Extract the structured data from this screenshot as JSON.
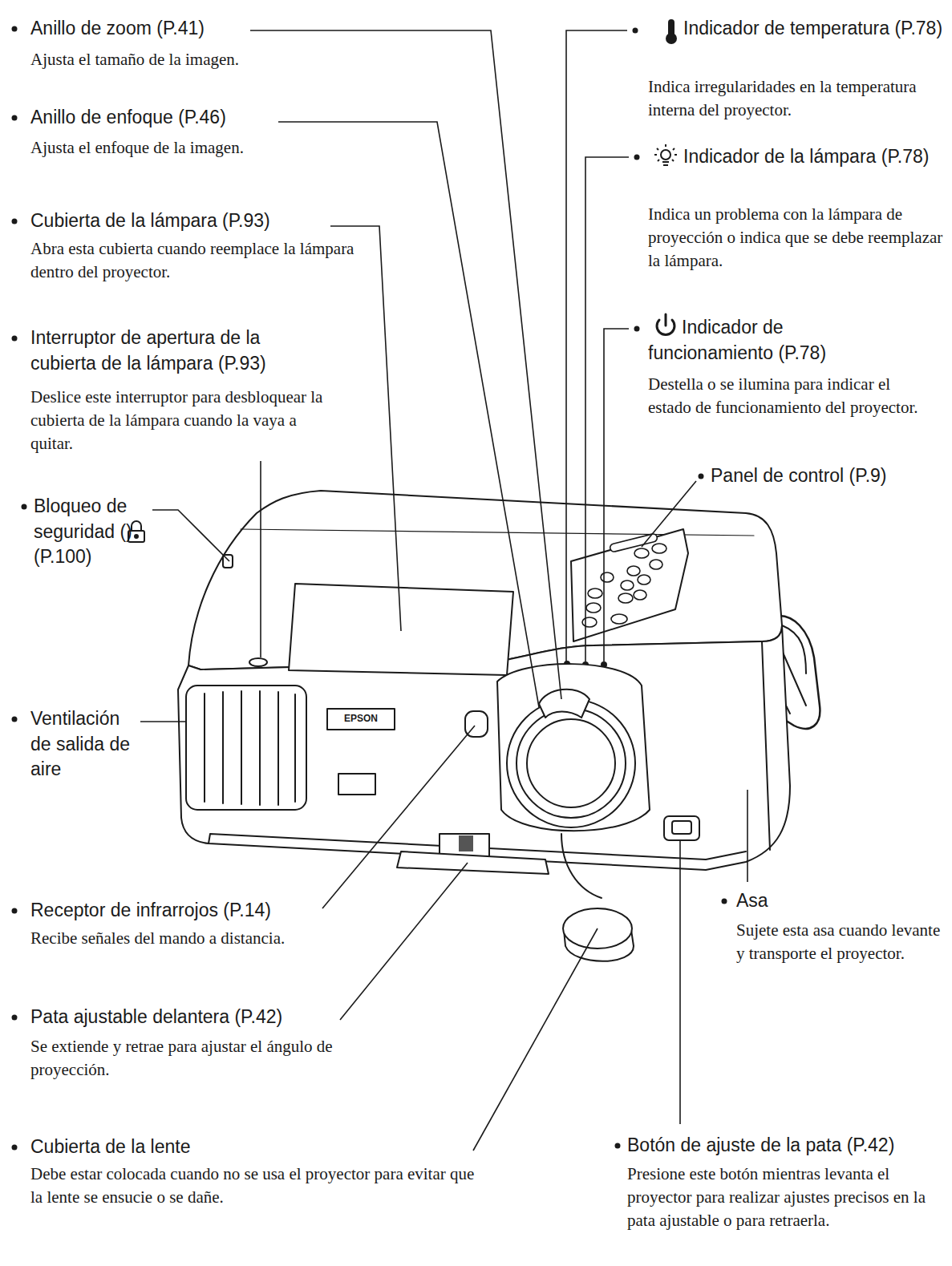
{
  "diagram": {
    "labels": [
      "Anillo de zoom (P.41)",
      "Ajusta el tamaño de la imagen.",
      "Anillo de enfoque (P.46)",
      "Ajusta el enfoque de la imagen.",
      "Cubierta de la lámpara (P.93)",
      "Abra esta cubierta cuando reemplace la lámpara dentro del proyector.",
      "Interruptor de apertura de la cubierta de la lámpara (P.93)",
      "Deslice este interruptor para desbloquear la cubierta de la lámpara cuando la vaya a quitar.",
      "Bloqueo de seguridad () (P.100)",
      "Ventilación de salida de aire",
      "Receptor de infrarrojos (P.14)",
      "Recibe señales del mando a distancia.",
      "Pata ajustable delantera (P.42)",
      "Se extiende y retrae para ajustar el ángulo de proyección.",
      "Cubierta de la lente",
      "Debe estar colocada cuando no se usa el proyector para evitar que la lente se ensucie o se dañe.",
      "Indicador de temperatura (P.78)",
      "Indica irregularidades en la temperatura interna del proyector.",
      "Indicador de la lámpara (P.78)",
      "Indica un problema con la lámpara de proyección o indica que se debe reemplazar la lámpara.",
      "Indicador de funcionamiento (P.78)",
      "Destella o se ilumina para indicar el estado de funcionamiento del proyector.",
      "Panel de control (P.9)",
      "Asa",
      "Sujete esta asa cuando levante y transporte el proyector.",
      "Botón de ajuste de la pata (P.42)",
      "Presione este botón mientras levanta el proyector para realizar ajustes precisos en la pata ajustable o para retraerla.",
      "EPSON"
    ]
  }
}
